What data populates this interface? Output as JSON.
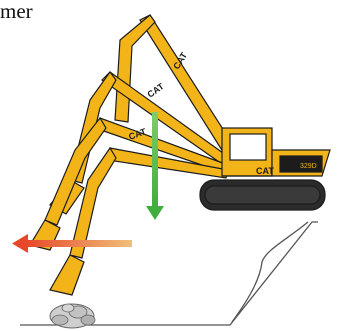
{
  "caption": {
    "fragment": "mer"
  },
  "illustration": {
    "brand_text": "CAT",
    "model_text": "329D",
    "colors": {
      "machine_yellow": "#f2b418",
      "machine_black": "#1c1c1c",
      "vertical_arrow": "#4fb848",
      "horizontal_arrow_start": "#f0c07a",
      "horizontal_arrow_end": "#e8482a",
      "ground_line": "#555555",
      "rocks": "#b9b9b9"
    }
  }
}
